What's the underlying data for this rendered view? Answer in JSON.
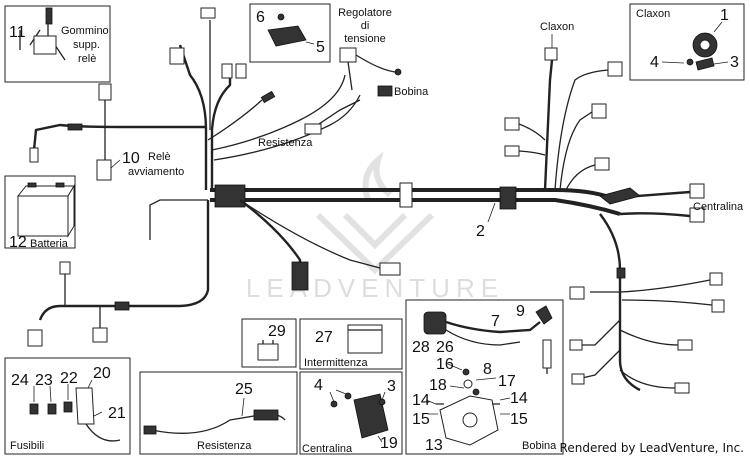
{
  "labels": {
    "gommino": [
      "Gommino",
      "supp.",
      "relè"
    ],
    "regolatore": [
      "Regolatore",
      "di",
      "tensione"
    ],
    "claxon_center": "Claxon",
    "claxon_box": "Claxon",
    "bobina_top": "Bobina",
    "resistenza_top": "Resistenza",
    "rele": [
      "Relè",
      "avviamento"
    ],
    "batteria": "Batteria",
    "centralina_right": "Centralina",
    "intermittenza": "Intermittenza",
    "resistenza_box": "Resistenza",
    "centralina_box": "Centralina",
    "bobina_box": "Bobina",
    "fusibili": "Fusibili"
  },
  "part_numbers": {
    "n1": "1",
    "n2": "2",
    "n3": "3",
    "n3b": "3",
    "n4": "4",
    "n4b": "4",
    "n5": "5",
    "n6": "6",
    "n7": "7",
    "n8": "8",
    "n9": "9",
    "n10": "10",
    "n11": "11",
    "n12": "12",
    "n13": "13",
    "n14": "14",
    "n14b": "14",
    "n15": "15",
    "n15b": "15",
    "n16": "16",
    "n17": "17",
    "n18": "18",
    "n19": "19",
    "n20": "20",
    "n21": "21",
    "n22": "22",
    "n23": "23",
    "n24": "24",
    "n25": "25",
    "n26": "26",
    "n27": "27",
    "n28": "28",
    "n29": "29"
  },
  "watermark": "LEADVENTURE",
  "credit": "Rendered by LeadVenture, Inc."
}
